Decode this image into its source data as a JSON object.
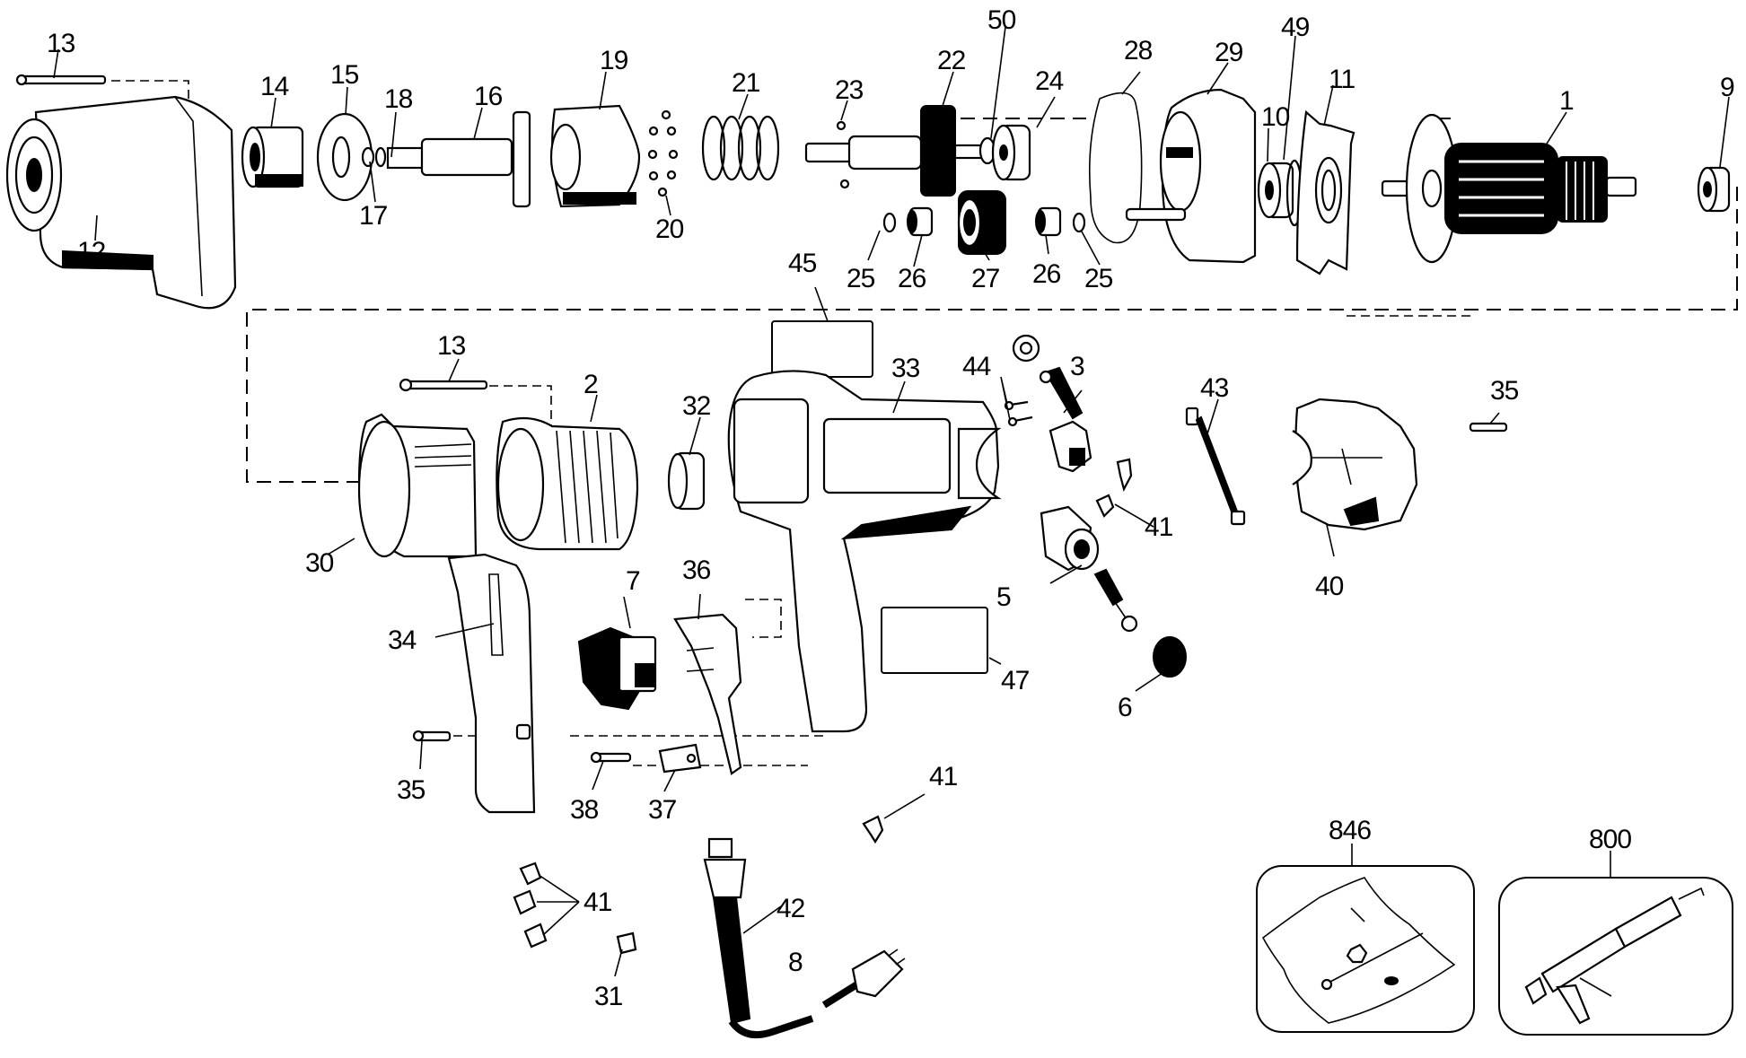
{
  "diagram": {
    "title": "Impact wrench exploded parts diagram",
    "style": {
      "line_color": "#000000",
      "background": "#ffffff"
    },
    "part_labels": {
      "p1": "1",
      "p2": "2",
      "p3": "3",
      "p5": "5",
      "p6": "6",
      "p7": "7",
      "p8": "8",
      "p9": "9",
      "p10": "10",
      "p11": "11",
      "p12": "12",
      "p13a": "13",
      "p13b": "13",
      "p14": "14",
      "p15": "15",
      "p16": "16",
      "p17": "17",
      "p18": "18",
      "p19": "19",
      "p20": "20",
      "p21": "21",
      "p22": "22",
      "p23": "23",
      "p24": "24",
      "p25a": "25",
      "p25b": "25",
      "p26a": "26",
      "p26b": "26",
      "p27": "27",
      "p28": "28",
      "p29": "29",
      "p30": "30",
      "p31": "31",
      "p32": "32",
      "p33": "33",
      "p34": "34",
      "p35a": "35",
      "p35b": "35",
      "p36": "36",
      "p37": "37",
      "p38": "38",
      "p40": "40",
      "p41a": "41",
      "p41b": "41",
      "p41c": "41",
      "p42": "42",
      "p43": "43",
      "p44": "44",
      "p45": "45",
      "p47": "47",
      "p49": "49",
      "p50": "50"
    },
    "kits": [
      {
        "label": "846",
        "depicts": "hardware bag kit"
      },
      {
        "label": "800",
        "depicts": "grease gun"
      }
    ]
  }
}
